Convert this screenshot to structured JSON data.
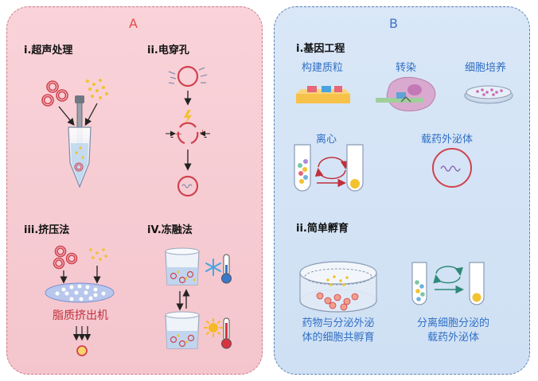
{
  "panel_a": {
    "letter": "A",
    "methods": [
      {
        "label": "i.超声处理"
      },
      {
        "label": "ii.电穿孔"
      },
      {
        "label": "iii.挤压法"
      },
      {
        "label": "iV.冻融法"
      }
    ],
    "extruder_label": "脂质挤出机"
  },
  "panel_b": {
    "letter": "B",
    "section1_title": "i.基因工程",
    "step_labels": [
      "构建质粒",
      "转染",
      "细胞培养"
    ],
    "centrifuge_label": "离心",
    "drug_exosome_label": "载药外泌体",
    "section2_title": "ii.简单孵育",
    "caption_left_line1": "药物与分泌外泌",
    "caption_left_line2": "体的细胞共孵育",
    "caption_right_line1": "分离细胞分泌的",
    "caption_right_line2": "载药外泌体"
  },
  "colors": {
    "panel_a_bg": "#f6c9d0",
    "panel_b_bg": "#d4e3f5",
    "accent_red": "#e24a4a",
    "accent_blue": "#3f74c8"
  }
}
